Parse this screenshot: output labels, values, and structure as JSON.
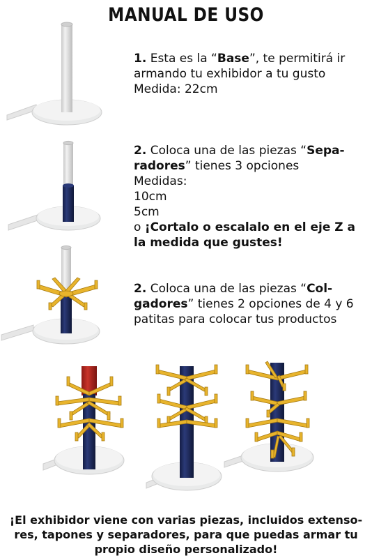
{
  "title": "MANUAL DE USO",
  "steps": [
    {
      "number": "1.",
      "text_pre": "Esta es la “",
      "bold": "Base",
      "text_post": "”, te permitirá ir armando tu exhibidor a tu gusto",
      "measure_label": "Medida: 22cm"
    },
    {
      "number": "2.",
      "text_pre": "Coloca una de las piezas “",
      "bold": "Sepa-radores",
      "text_post": "” tienes 3 opciones",
      "measures_label": "Medidas:",
      "measures": [
        "10cm",
        "5cm"
      ],
      "option_pre": "o ",
      "option_bold": "¡Cortalo o escalalo en el eje Z a la medida que gustes!"
    },
    {
      "number": "2.",
      "text_pre": "Coloca una de las piezas “",
      "bold": "Col-gadores",
      "text_post": "” tienes 2 opciones de 4 y 6 patitas para colocar tus productos"
    }
  ],
  "footer": "¡El exhibidor viene con varias piezas, incluidos extenso-res, tapones y separadores, para que puedas armar tu propio diseño personalizado!",
  "colors": {
    "base": "#e9eaea",
    "tube": "#dcdcdc",
    "separator": "#1d2a5c",
    "hanger": "#e8b42c",
    "cap": "#b3261e"
  }
}
